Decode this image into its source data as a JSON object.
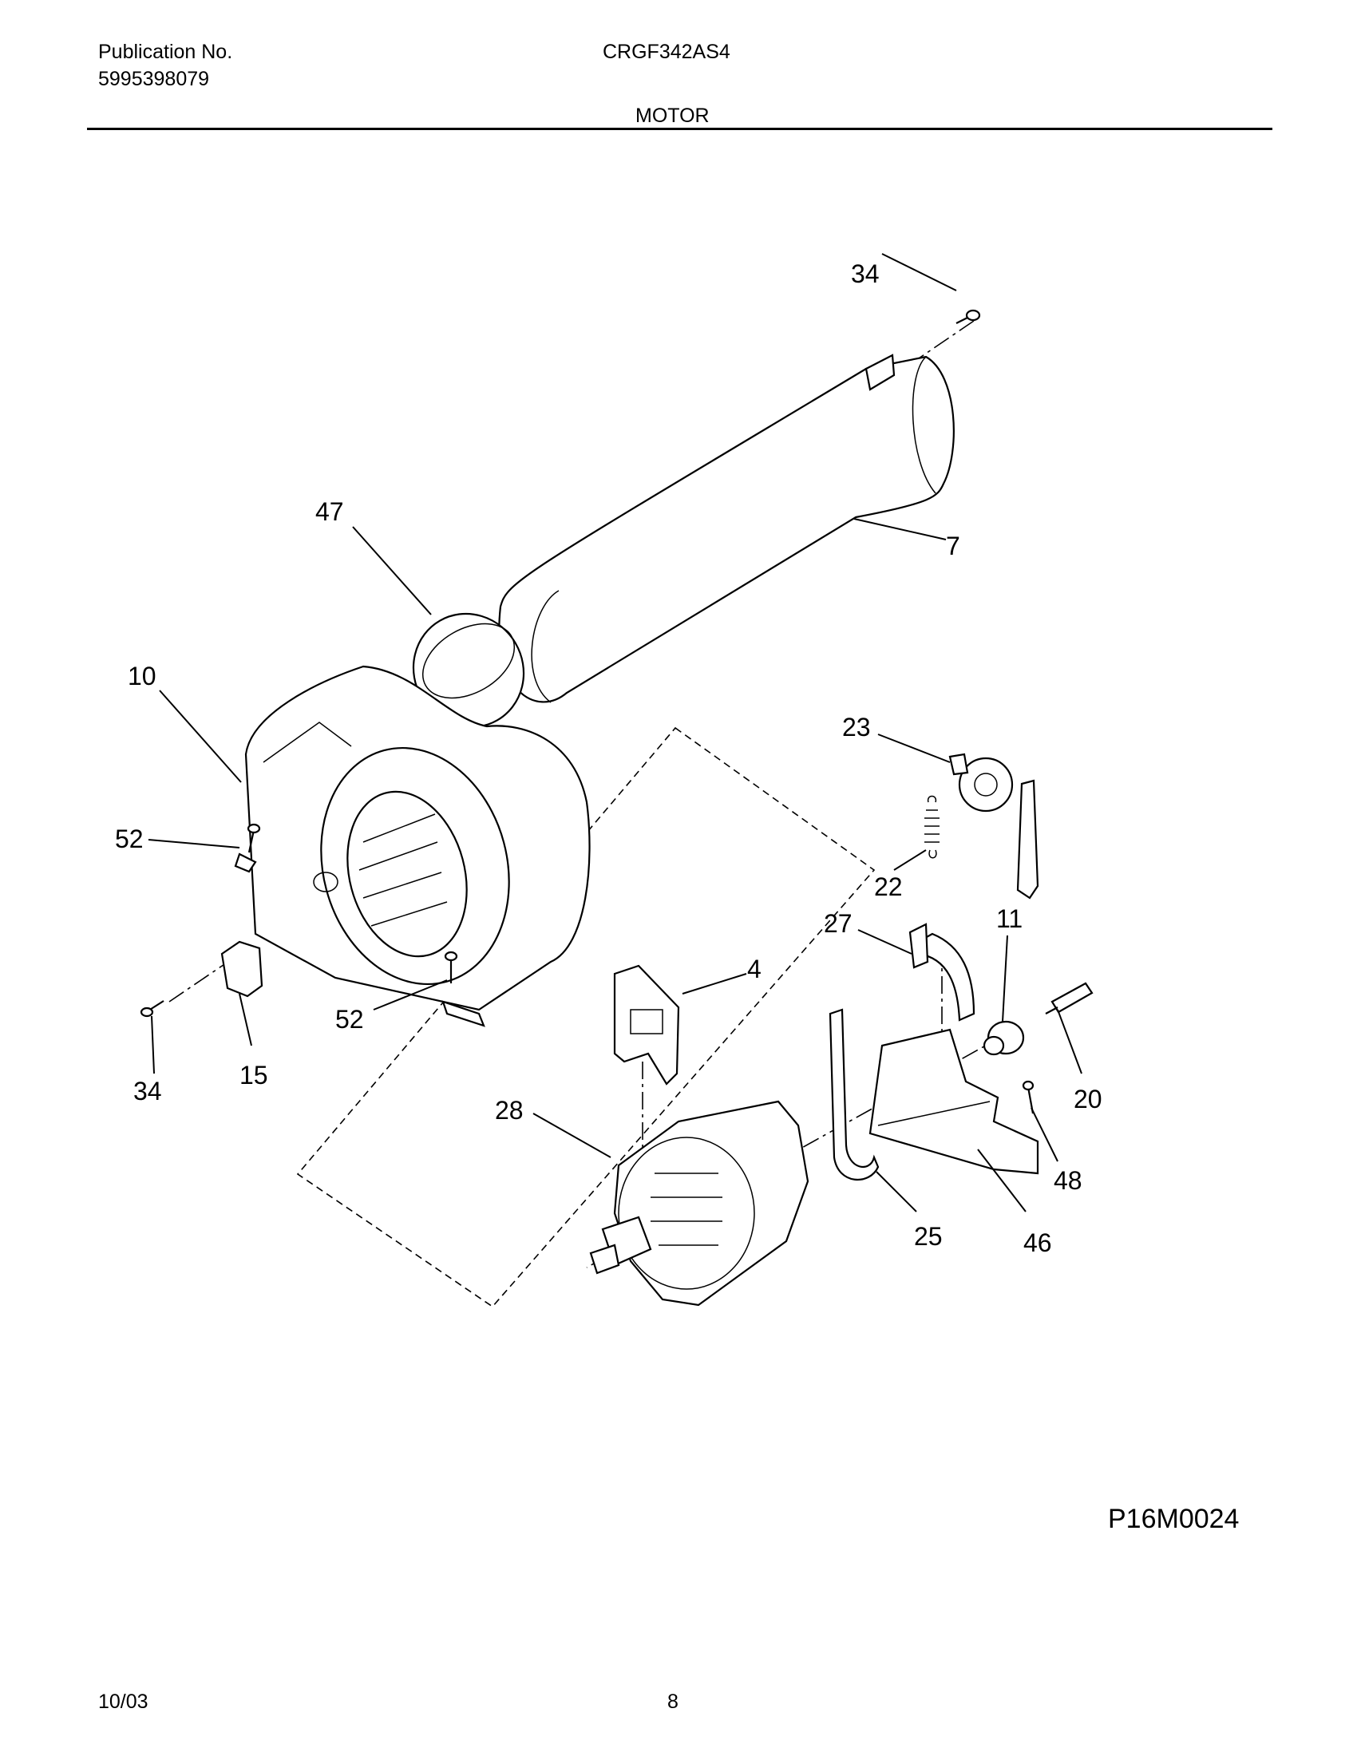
{
  "header": {
    "publication_label": "Publication No.",
    "publication_number": "5995398079",
    "model": "CRGF342AS4",
    "section_title": "MOTOR"
  },
  "diagram": {
    "reference_code": "P16M0024",
    "callouts": {
      "c34a": "34",
      "c47": "47",
      "c7": "7",
      "c10": "10",
      "c23": "23",
      "c52a": "52",
      "c22": "22",
      "c27": "27",
      "c11": "11",
      "c4": "4",
      "c52b": "52",
      "c20": "20",
      "c34b": "34",
      "c15": "15",
      "c28": "28",
      "c48": "48",
      "c25": "25",
      "c46": "46"
    }
  },
  "footer": {
    "date": "10/03",
    "page": "8"
  }
}
